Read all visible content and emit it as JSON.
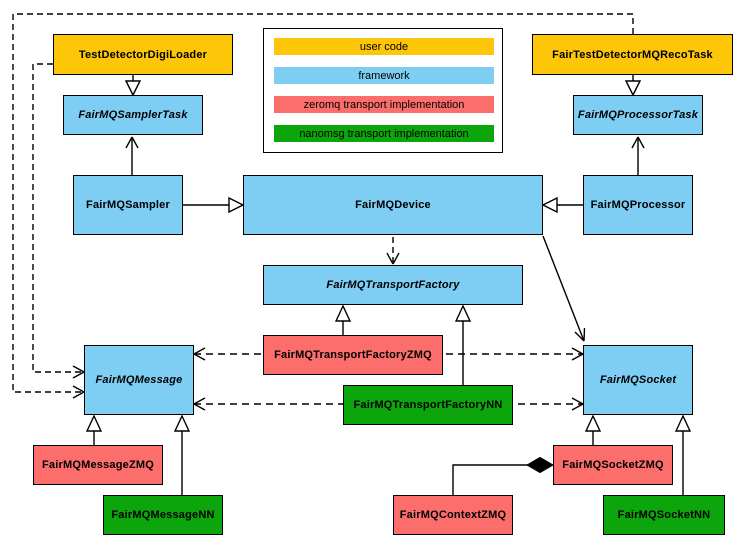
{
  "colors": {
    "user_code": "#FDC608",
    "framework": "#7ECEF4",
    "zeromq": "#FB6E6B",
    "nanomsg": "#0CA60C",
    "line": "#000000",
    "background": "#FFFFFF"
  },
  "legend": {
    "items": [
      {
        "label": "user code",
        "color": "#FDC608"
      },
      {
        "label": "framework",
        "color": "#7ECEF4"
      },
      {
        "label": "zeromq transport implementation",
        "color": "#FB6E6B"
      },
      {
        "label": "nanomsg transport implementation",
        "color": "#0CA60C"
      }
    ]
  },
  "nodes": {
    "testDetectorDigiLoader": {
      "label": "TestDetectorDigiLoader",
      "category": "user_code",
      "abstract": false
    },
    "fairTestDetectorMQRecoTask": {
      "label": "FairTestDetectorMQRecoTask",
      "category": "user_code",
      "abstract": false
    },
    "fairMQSamplerTask": {
      "label": "FairMQSamplerTask",
      "category": "framework",
      "abstract": true
    },
    "fairMQProcessorTask": {
      "label": "FairMQProcessorTask",
      "category": "framework",
      "abstract": true
    },
    "fairMQSampler": {
      "label": "FairMQSampler",
      "category": "framework",
      "abstract": false
    },
    "fairMQDevice": {
      "label": "FairMQDevice",
      "category": "framework",
      "abstract": false
    },
    "fairMQProcessor": {
      "label": "FairMQProcessor",
      "category": "framework",
      "abstract": false
    },
    "fairMQTransportFactory": {
      "label": "FairMQTransportFactory",
      "category": "framework",
      "abstract": true
    },
    "fairMQTransportFactoryZMQ": {
      "label": "FairMQTransportFactoryZMQ",
      "category": "zeromq",
      "abstract": false
    },
    "fairMQTransportFactoryNN": {
      "label": "FairMQTransportFactoryNN",
      "category": "nanomsg",
      "abstract": false
    },
    "fairMQMessage": {
      "label": "FairMQMessage",
      "category": "framework",
      "abstract": true
    },
    "fairMQSocket": {
      "label": "FairMQSocket",
      "category": "framework",
      "abstract": true
    },
    "fairMQMessageZMQ": {
      "label": "FairMQMessageZMQ",
      "category": "zeromq",
      "abstract": false
    },
    "fairMQMessageNN": {
      "label": "FairMQMessageNN",
      "category": "nanomsg",
      "abstract": false
    },
    "fairMQSocketZMQ": {
      "label": "FairMQSocketZMQ",
      "category": "zeromq",
      "abstract": false
    },
    "fairMQSocketNN": {
      "label": "FairMQSocketNN",
      "category": "nanomsg",
      "abstract": false
    },
    "fairMQContextZMQ": {
      "label": "FairMQContextZMQ",
      "category": "zeromq",
      "abstract": false
    }
  },
  "edges": [
    {
      "from": "TestDetectorDigiLoader",
      "to": "FairMQSamplerTask",
      "type": "inheritance"
    },
    {
      "from": "FairTestDetectorMQRecoTask",
      "to": "FairMQProcessorTask",
      "type": "inheritance"
    },
    {
      "from": "FairMQSampler",
      "to": "FairMQSamplerTask",
      "type": "association"
    },
    {
      "from": "FairMQProcessor",
      "to": "FairMQProcessorTask",
      "type": "association"
    },
    {
      "from": "FairMQSampler",
      "to": "FairMQDevice",
      "type": "inheritance"
    },
    {
      "from": "FairMQProcessor",
      "to": "FairMQDevice",
      "type": "inheritance"
    },
    {
      "from": "FairMQDevice",
      "to": "FairMQTransportFactory",
      "type": "dependency"
    },
    {
      "from": "FairMQDevice",
      "to": "FairMQSocket",
      "type": "association"
    },
    {
      "from": "FairMQTransportFactoryZMQ",
      "to": "FairMQTransportFactory",
      "type": "inheritance"
    },
    {
      "from": "FairMQTransportFactoryNN",
      "to": "FairMQTransportFactory",
      "type": "inheritance"
    },
    {
      "from": "FairMQTransportFactoryZMQ",
      "to": "FairMQMessage",
      "type": "dependency"
    },
    {
      "from": "FairMQTransportFactoryZMQ",
      "to": "FairMQSocket",
      "type": "dependency"
    },
    {
      "from": "FairMQTransportFactoryNN",
      "to": "FairMQMessage",
      "type": "dependency"
    },
    {
      "from": "FairMQTransportFactoryNN",
      "to": "FairMQSocket",
      "type": "dependency"
    },
    {
      "from": "TestDetectorDigiLoader",
      "to": "FairMQMessage",
      "type": "dependency"
    },
    {
      "from": "FairTestDetectorMQRecoTask",
      "to": "FairMQMessage",
      "type": "dependency"
    },
    {
      "from": "FairMQMessageZMQ",
      "to": "FairMQMessage",
      "type": "inheritance"
    },
    {
      "from": "FairMQMessageNN",
      "to": "FairMQMessage",
      "type": "inheritance"
    },
    {
      "from": "FairMQSocketZMQ",
      "to": "FairMQSocket",
      "type": "inheritance"
    },
    {
      "from": "FairMQSocketNN",
      "to": "FairMQSocket",
      "type": "inheritance"
    },
    {
      "from": "FairMQSocketZMQ",
      "to": "FairMQContextZMQ",
      "type": "composition"
    }
  ]
}
